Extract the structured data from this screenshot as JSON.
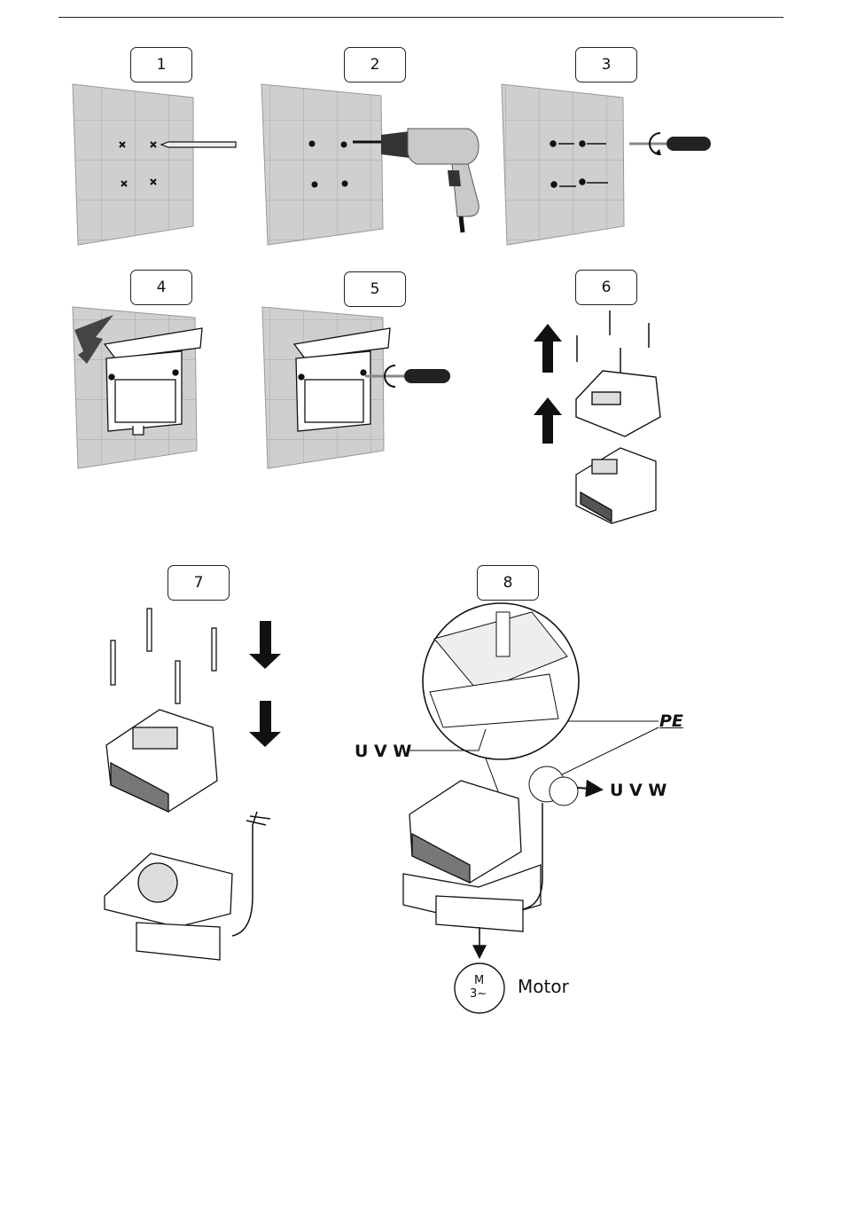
{
  "steps": [
    "1",
    "2",
    "3",
    "4",
    "5",
    "6",
    "7",
    "8"
  ],
  "labels": {
    "uvw_left": "U V W",
    "pe": "PE",
    "uvw_right": "U V W",
    "motor_symbol_line1": "M",
    "motor_symbol_line2": "3~",
    "motor": "Motor"
  },
  "colors": {
    "wall": "#cfcfcf",
    "wall_lines": "#9a9a9a",
    "drill_body": "#c9c9c9",
    "ink": "#111111"
  }
}
